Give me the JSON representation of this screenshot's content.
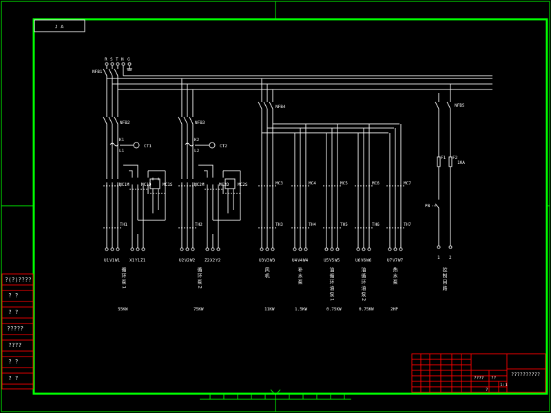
{
  "drawing": {
    "corner_tag": "J A",
    "supply_labels": [
      "R",
      "S",
      "T",
      "N",
      "G"
    ],
    "main_breaker": "NFB1"
  },
  "motor_groups": [
    {
      "breaker": "NFB2",
      "ct_terminals": [
        "K1",
        "L1"
      ],
      "ct_label": "CT1",
      "contactors": [
        "MC1M",
        "MC1D",
        "MC1S"
      ],
      "thermal": "TH1",
      "terminals": [
        "U1",
        "V1",
        "W1",
        "X1",
        "Y1",
        "Z1"
      ],
      "name": "循环泵1",
      "power": "55KW"
    },
    {
      "breaker": "NFB3",
      "ct_terminals": [
        "K2",
        "L2"
      ],
      "ct_label": "CT2",
      "contactors": [
        "MC2M",
        "MC2D",
        "MC2S"
      ],
      "thermal": "TH2",
      "terminals": [
        "U2",
        "V2",
        "W2",
        "Z2",
        "X2",
        "Y2"
      ],
      "name": "循环泵2",
      "power": "75KW"
    }
  ],
  "feeder": {
    "breaker": "NFB4",
    "branches": [
      {
        "contactor": "MC3",
        "thermal": "TH3",
        "terminals": [
          "U3",
          "V3",
          "W3"
        ],
        "name": "风机",
        "power": "11KW"
      },
      {
        "contactor": "MC4",
        "thermal": "TH4",
        "terminals": [
          "U4",
          "V4",
          "W4"
        ],
        "name": "补水泵",
        "power": "1.5KW"
      },
      {
        "contactor": "MC5",
        "thermal": "TH5",
        "terminals": [
          "U5",
          "V5",
          "W5"
        ],
        "name": "油循环油泵1",
        "power": "0.75KW"
      },
      {
        "contactor": "MC6",
        "thermal": "TH6",
        "terminals": [
          "U6",
          "V6",
          "W6"
        ],
        "name": "油循环油泵2",
        "power": "0.75KW"
      },
      {
        "contactor": "MC7",
        "thermal": "TH7",
        "terminals": [
          "U7",
          "V7",
          "W7"
        ],
        "name": "热水泵",
        "power": "2HP"
      }
    ]
  },
  "control": {
    "breaker": "NFB5",
    "fuses": [
      "F1",
      "F2"
    ],
    "fuse_rating": "10A",
    "pushbutton": "PB",
    "terminals": [
      "1",
      "2"
    ],
    "name": "控制回路"
  },
  "left_strip": [
    "?(?)????",
    "?  ?",
    "?  ?",
    "?????",
    "????",
    "?  ?",
    "?  ?"
  ],
  "title_block": {
    "title": "??????????",
    "small_cells": [
      "????",
      "??",
      "?"
    ],
    "scale": "1:1"
  },
  "colors": {
    "background": "#000000",
    "frame": "#00ff00",
    "lines": "#ffffff",
    "title_block": "#ff0000"
  }
}
